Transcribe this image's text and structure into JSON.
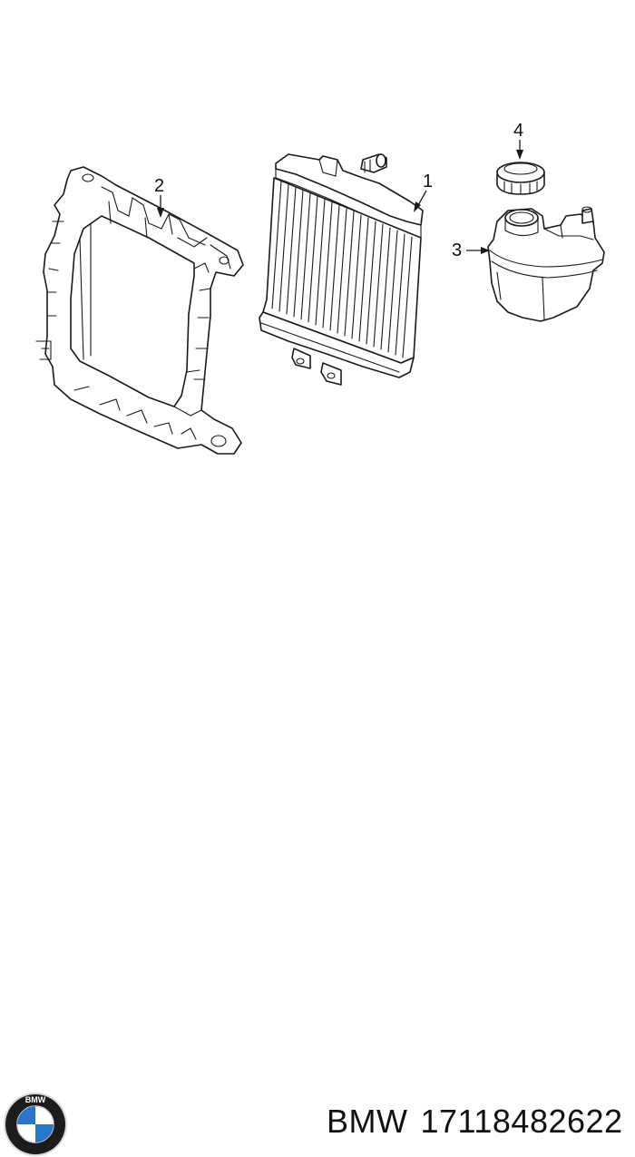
{
  "diagram": {
    "callouts": [
      {
        "id": "1",
        "label": "1"
      },
      {
        "id": "2",
        "label": "2"
      },
      {
        "id": "3",
        "label": "3"
      },
      {
        "id": "4",
        "label": "4"
      }
    ]
  },
  "logo": {
    "brand_letters": "BMW",
    "colors": {
      "outer": "#1c1c1c",
      "blue": "#2a74c9",
      "white": "#ffffff",
      "silver": "#d8d8d8"
    }
  },
  "footer": {
    "brand": "BMW",
    "part_number": "17118482622"
  }
}
